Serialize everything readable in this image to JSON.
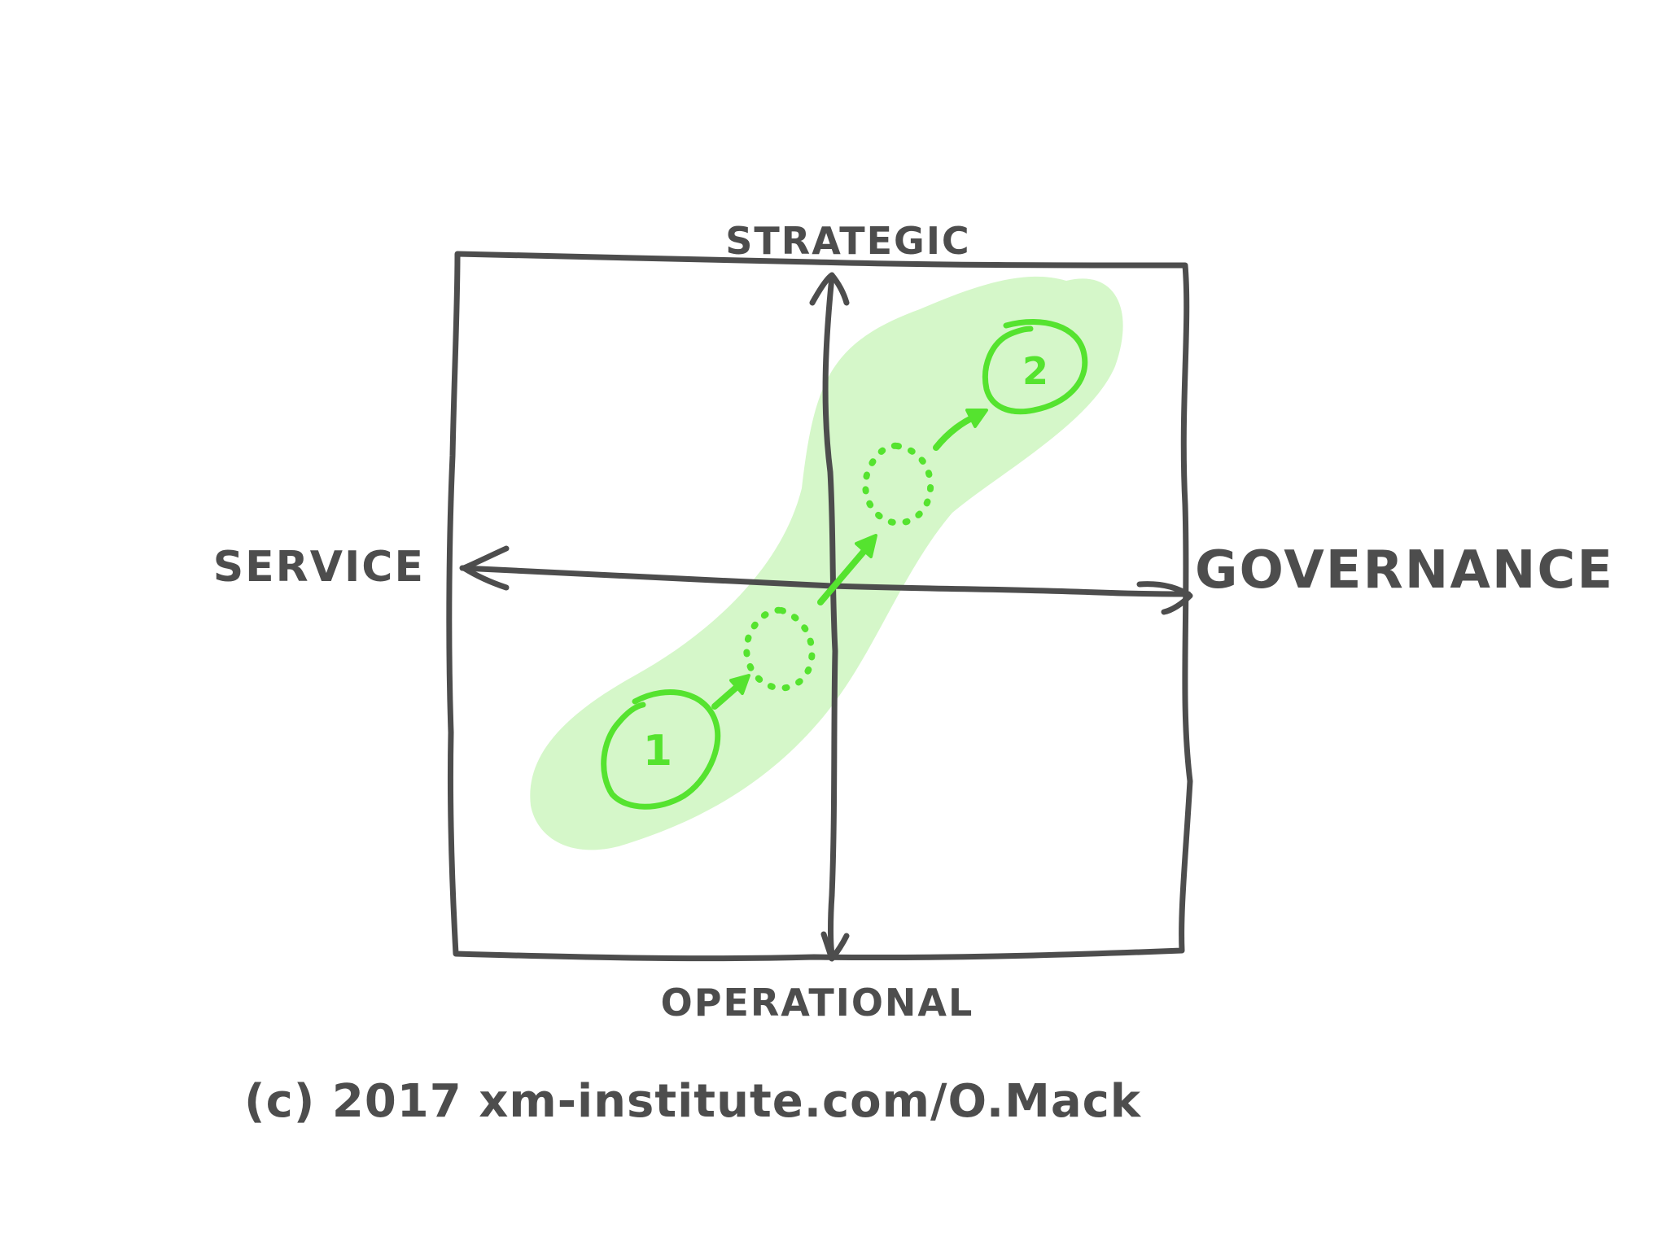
{
  "axes": {
    "top": "STRATEGIC",
    "bottom": "OPERATIONAL",
    "left": "SERVICE",
    "right": "GOVERNANCE"
  },
  "path": {
    "start_step": "1",
    "end_step": "2"
  },
  "credit": "(c) 2017 xm-institute.com/O.Mack",
  "colors": {
    "ink": "#4d4d4d",
    "accent": "#55e32f",
    "highlight": "#d5f7c9"
  }
}
